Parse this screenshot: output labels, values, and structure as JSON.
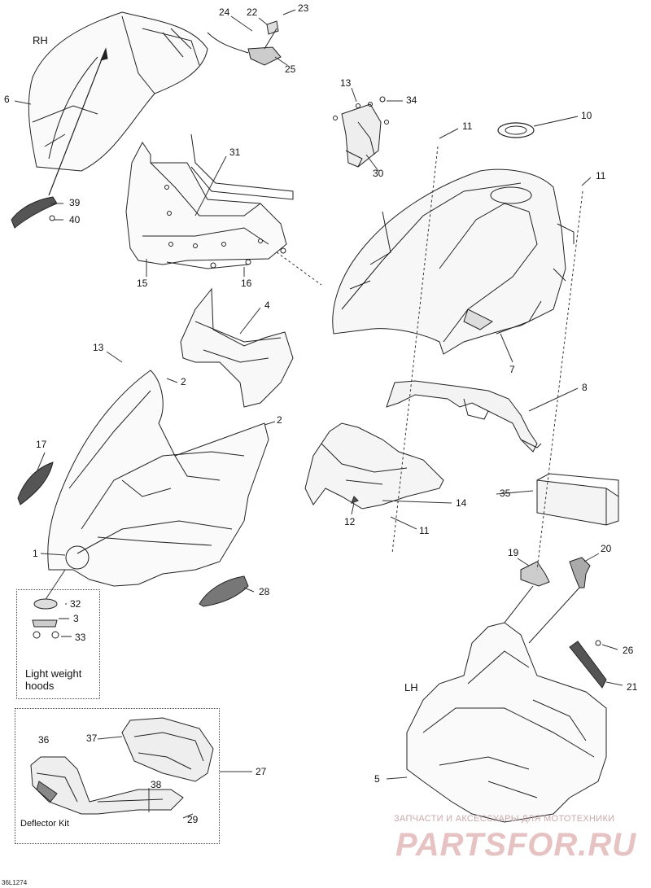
{
  "side_labels": {
    "rh": "RH",
    "lh": "LH"
  },
  "callouts": [
    "24",
    "22",
    "23",
    "25",
    "6",
    "13",
    "34",
    "10",
    "11",
    "30",
    "31",
    "11",
    "39",
    "40",
    "15",
    "16",
    "4",
    "13",
    "2",
    "7",
    "8",
    "2",
    "17",
    "35",
    "14",
    "12",
    "11",
    "1",
    "19",
    "20",
    "28",
    "32",
    "3",
    "33",
    "26",
    "21",
    "37",
    "36",
    "27",
    "5",
    "38",
    "29"
  ],
  "light_weight_label": "Light weight\nhoods",
  "deflector_label": "Deflector Kit",
  "watermark": {
    "line1": "ЗАПЧАСТИ И АКСЕССУАРЫ ДЛЯ МОТОТЕХНИКИ",
    "line2": "PARTSFOR.RU"
  },
  "drawing_code": "36L1274",
  "colors": {
    "line": "#222222",
    "watermark_text": "#e6c2c2",
    "watermark_sub": "#c9a9a9"
  }
}
